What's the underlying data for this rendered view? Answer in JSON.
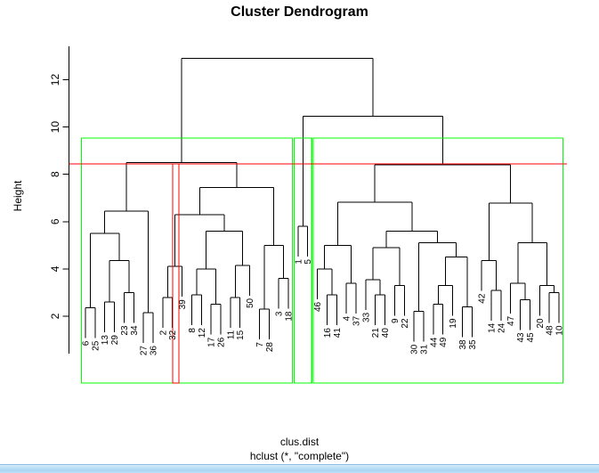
{
  "title": "Cluster Dendrogram",
  "y_axis": {
    "label": "Height",
    "ticks": [
      2,
      4,
      6,
      8,
      10,
      12
    ]
  },
  "x_axis": {
    "label": "clus.dist",
    "sub_label": "hclust (*, \"complete\")"
  },
  "colors": {
    "tree": "#000000",
    "cluster_box": "#00ff00",
    "cut_line": "#ff0000",
    "highlight_box": "#ff0000",
    "taskbar": "#a9d4f2"
  },
  "chart_data": {
    "type": "dendrogram",
    "title": "Cluster Dendrogram",
    "ylabel": "Height",
    "xlabel": "clus.dist",
    "method_caption": "hclust (*, \"complete\")",
    "ylim": [
      2,
      12
    ],
    "grid": false,
    "cut_height": 8.44,
    "leaf_order": [
      "6",
      "25",
      "13",
      "29",
      "23",
      "34",
      "27",
      "36",
      "2",
      "32",
      "39",
      "8",
      "12",
      "17",
      "26",
      "11",
      "15",
      "50",
      "7",
      "28",
      "3",
      "18",
      "1",
      "5",
      "46",
      "16",
      "41",
      "4",
      "37",
      "33",
      "21",
      "40",
      "9",
      "22",
      "30",
      "31",
      "44",
      "49",
      "19",
      "38",
      "35",
      "42",
      "14",
      "24",
      "47",
      "43",
      "45",
      "20",
      "48",
      "10"
    ],
    "tree": [
      12.9,
      [
        8.5,
        [
          6.45,
          [
            5.5,
            [
              2.35,
              "6",
              "25"
            ],
            [
              4.35,
              [
                2.6,
                "13",
                "29"
              ],
              [
                3.0,
                "23",
                "34"
              ]
            ]
          ],
          [
            2.15,
            "27",
            "36"
          ]
        ],
        [
          7.45,
          [
            6.3,
            [
              4.1,
              [
                2.8,
                "2",
                "32"
              ],
              "39"
            ],
            [
              5.6,
              [
                4.0,
                [
                  2.9,
                  "8",
                  "12"
                ],
                [
                  2.5,
                  "17",
                  "26"
                ]
              ],
              [
                4.15,
                [
                  2.8,
                  "11",
                  "15"
                ],
                "50"
              ]
            ]
          ],
          [
            5.0,
            [
              2.3,
              "7",
              "28"
            ],
            [
              3.6,
              "3",
              "18"
            ]
          ]
        ]
      ],
      [
        10.45,
        [
          5.8,
          "1",
          "5"
        ],
        [
          8.4,
          [
            6.82,
            [
              5.0,
              [
                4.0,
                "46",
                [
                  2.9,
                  "16",
                  "41"
                ]
              ],
              [
                3.4,
                "4",
                "37"
              ]
            ],
            [
              5.6,
              [
                4.9,
                [
                  3.55,
                  "33",
                  [
                    2.9,
                    "21",
                    "40"
                  ]
                ],
                [
                  3.3,
                  "9",
                  "22"
                ]
              ],
              [
                5.1,
                [
                  2.2,
                  "30",
                  "31"
                ],
                [
                  4.5,
                  [
                    3.3,
                    [
                      2.5,
                      "44",
                      "49"
                    ],
                    "19"
                  ],
                  [
                    2.4,
                    "38",
                    "35"
                  ]
                ]
              ]
            ]
          ],
          [
            6.78,
            [
              4.35,
              "42",
              [
                3.1,
                "14",
                "24"
              ]
            ],
            [
              5.1,
              [
                3.4,
                "47",
                [
                  2.7,
                  "43",
                  "45"
                ]
              ],
              [
                3.3,
                "20",
                [
                  3.0,
                  "48",
                  "10"
                ]
              ]
            ]
          ]
        ]
      ]
    ],
    "cluster_boxes": [
      {
        "from_leaf": 0,
        "to_leaf": 21,
        "color": "#00ff00"
      },
      {
        "from_leaf": 22,
        "to_leaf": 23,
        "color": "#00ff00"
      },
      {
        "from_leaf": 24,
        "to_leaf": 49,
        "color": "#00ff00"
      }
    ],
    "highlight_rect": {
      "near_leaf": "39",
      "color": "#ff0000"
    },
    "legend": null
  }
}
